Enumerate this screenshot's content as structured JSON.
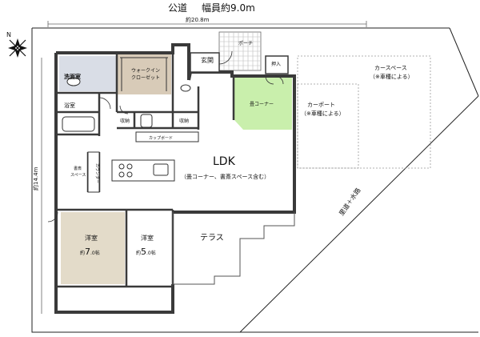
{
  "road": {
    "name": "公道",
    "width_label": "幅員約9.0m"
  },
  "dimensions": {
    "top": "約20.8m",
    "left": "約14.4m"
  },
  "waterway": "里道＋水路",
  "compass_label": "N",
  "parking": {
    "car_space": {
      "label": "カースペース",
      "note": "（※車種による）"
    },
    "carport": {
      "label": "カーポート",
      "note": "（※車種による）"
    }
  },
  "rooms": {
    "washroom": "洗面室",
    "walkin": {
      "line1": "ウォークイン",
      "line2": "クローゼット"
    },
    "entrance": "玄関",
    "porch": "ポーチ",
    "oshiire": "押入",
    "bath": "浴室",
    "storage_a": "収納",
    "storage_b": "収納",
    "tatami": "畳コーナー",
    "cupboard": "カップボード",
    "ldk": "LDK",
    "ldk_note": "（畳コーナー、書斎スペース含む）",
    "study": {
      "line1": "書斎",
      "line2": "スペース"
    },
    "counter": "カウンター",
    "western1": {
      "name": "洋室",
      "size_prefix": "約",
      "size_num": "7",
      "size_suffix": ".0帖"
    },
    "western2": {
      "name": "洋室",
      "size_prefix": "約",
      "size_num": "5",
      "size_suffix": ".0帖"
    },
    "terrace": "テラス"
  },
  "colors": {
    "wall": "#3a3a3a",
    "washroom": "#d9dde6",
    "walkin": "#d8cbb8",
    "tatami": "#c9efac",
    "western7": "#e3dbc9"
  }
}
